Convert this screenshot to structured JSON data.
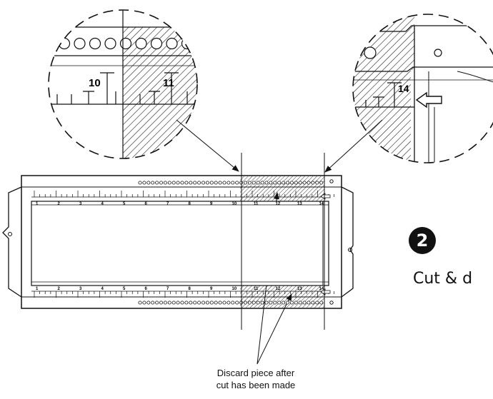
{
  "step": {
    "number": "2",
    "label": "Cut & d"
  },
  "caption": {
    "line1": "Discard piece after",
    "line2": "cut has been made"
  },
  "zoom_left": {
    "labels": [
      "10",
      "11"
    ]
  },
  "zoom_right": {
    "labels": [
      "14"
    ]
  },
  "ruler": {
    "top_marks": [
      "1",
      "2",
      "3",
      "4",
      "5",
      "6",
      "7",
      "8",
      "9",
      "10",
      "11",
      "12",
      "13",
      "14"
    ],
    "bottom_marks": [
      "1",
      "2",
      "3",
      "4",
      "5",
      "6",
      "7",
      "8",
      "9",
      "10",
      "11",
      "12",
      "13",
      "14"
    ]
  },
  "icons": {
    "arrow": "left-arrow-icon"
  }
}
